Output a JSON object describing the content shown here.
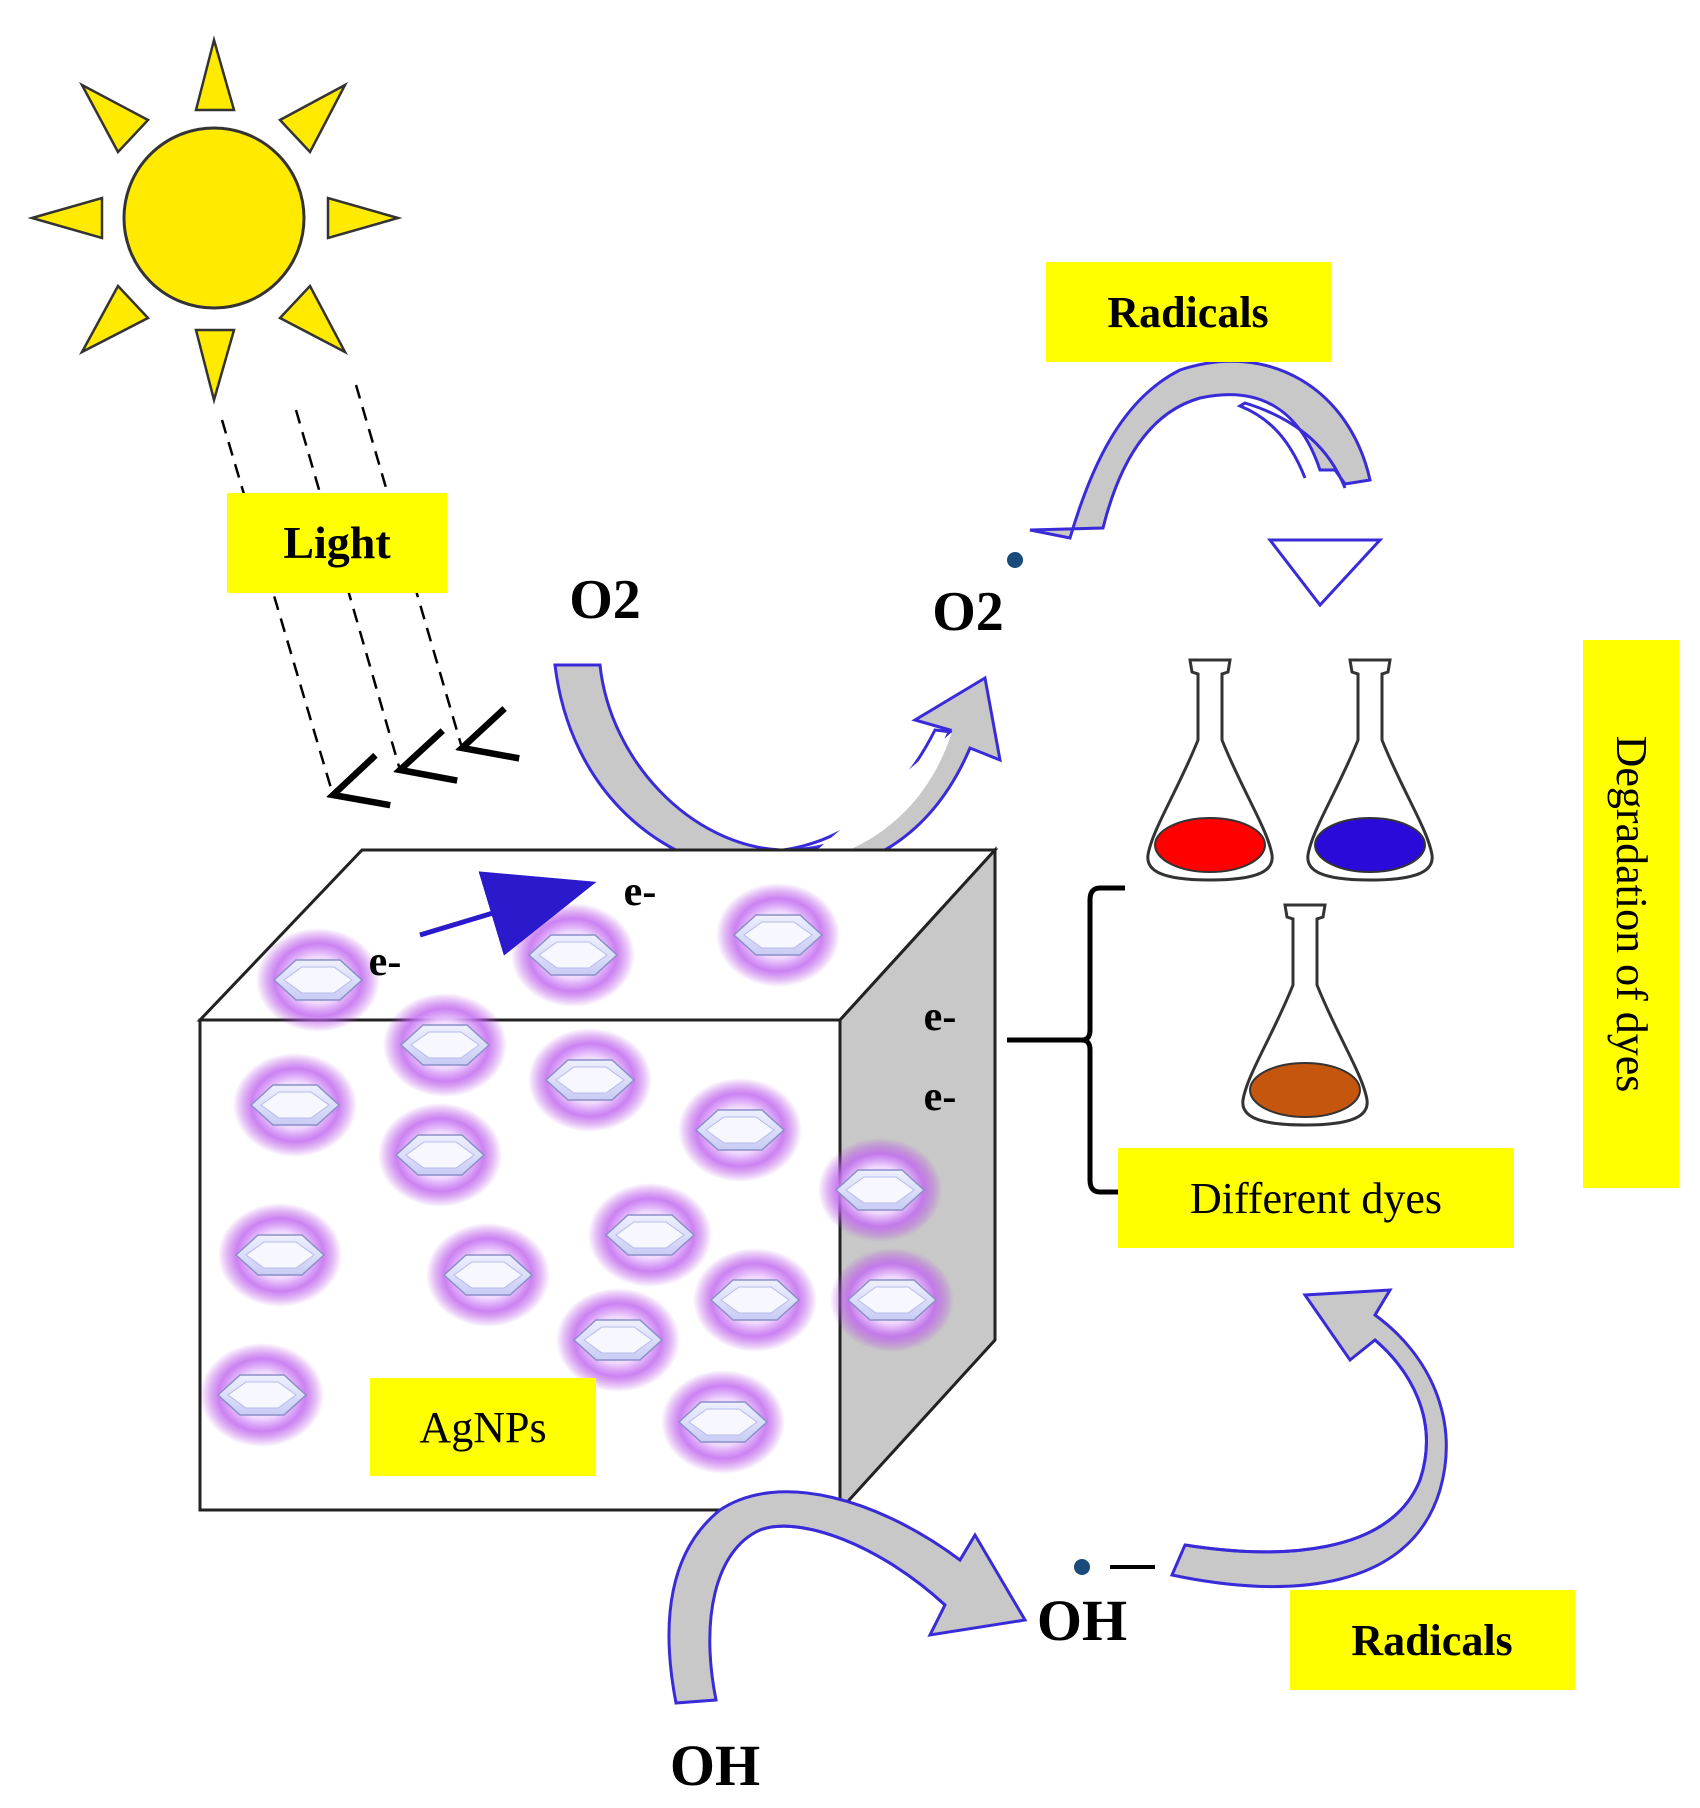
{
  "labels": {
    "light": "Light",
    "o2_in": "O2",
    "o2_out": "O2",
    "radicals_top": "Radicals",
    "degradation": "Degradation of dyes",
    "different_dyes": "Different dyes",
    "agnps": "AgNPs",
    "electron": "e-",
    "oh_in": "OH",
    "oh_out": "OH",
    "radicals_bottom": "Radicals"
  },
  "colors": {
    "sun": "#FFEA00",
    "label_bg": "#FFFF00",
    "arrow_outline": "#3A2BD8",
    "arrow_fill": "#C8C8C8",
    "glow": "#B040E0",
    "dye_red": "#FF0000",
    "dye_blue": "#2A0AD8",
    "dye_brown": "#C4560E",
    "cube_side": "#C8C8C8"
  },
  "icons": {
    "sun": "sun-icon",
    "flask": "erlenmeyer-flask-icon",
    "nanoparticle": "hexagonal-nanoparticle-icon"
  }
}
